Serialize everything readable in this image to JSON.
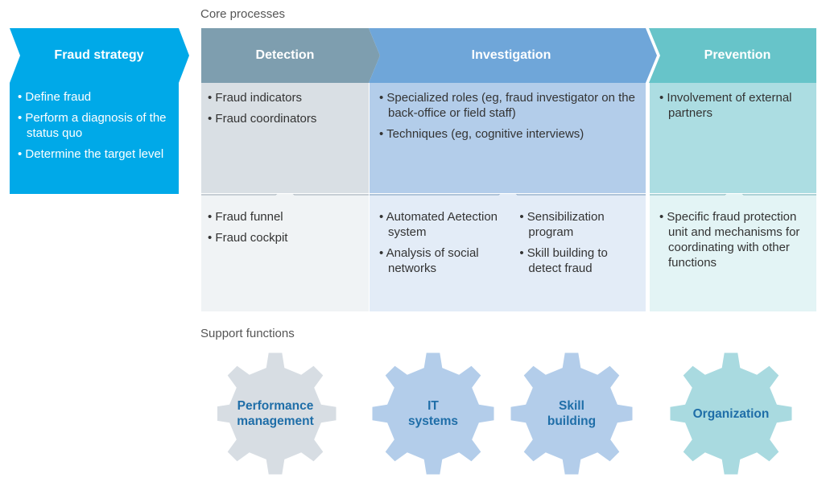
{
  "core_processes_label": "Core processes",
  "support_functions_label": "Support functions",
  "strategy": {
    "title": "Fraud strategy",
    "color": "#00a9e8",
    "items": [
      "Define fraud",
      "Perform a diagnosis of the status quo",
      "Determine the target level"
    ]
  },
  "processes": [
    {
      "title": "Detection",
      "color": "#7e9eaf",
      "top_items": [
        "Fraud indicators",
        "Fraud coordinators"
      ],
      "bottom_col1": [
        "Fraud funnel",
        "Fraud cockpit"
      ],
      "bottom_col2": []
    },
    {
      "title": "Investigation",
      "color": "#6fa6d9",
      "top_items": [
        "Specialized roles (eg, fraud investigator on the back-office or field staff)",
        "Techniques (eg, cognitive interviews)"
      ],
      "bottom_col1": [
        "Automated Aetection system",
        "Analysis of social networks"
      ],
      "bottom_col2": [
        "Sensibilization program",
        "Skill building to detect fraud"
      ]
    },
    {
      "title": "Prevention",
      "color": "#67c4c9",
      "top_items": [
        "Involvement of external partners"
      ],
      "bottom_col1": [
        "Specific fraud protection unit and mechanisms for coordinating with other functions"
      ],
      "bottom_col2": []
    }
  ],
  "support_functions": [
    {
      "label": "Performance management",
      "color": "#d7dde3"
    },
    {
      "label": "IT systems",
      "color": "#b3cdea"
    },
    {
      "label": "Skill building",
      "color": "#b3cdea"
    },
    {
      "label": "Organization",
      "color": "#a9dae0"
    }
  ]
}
